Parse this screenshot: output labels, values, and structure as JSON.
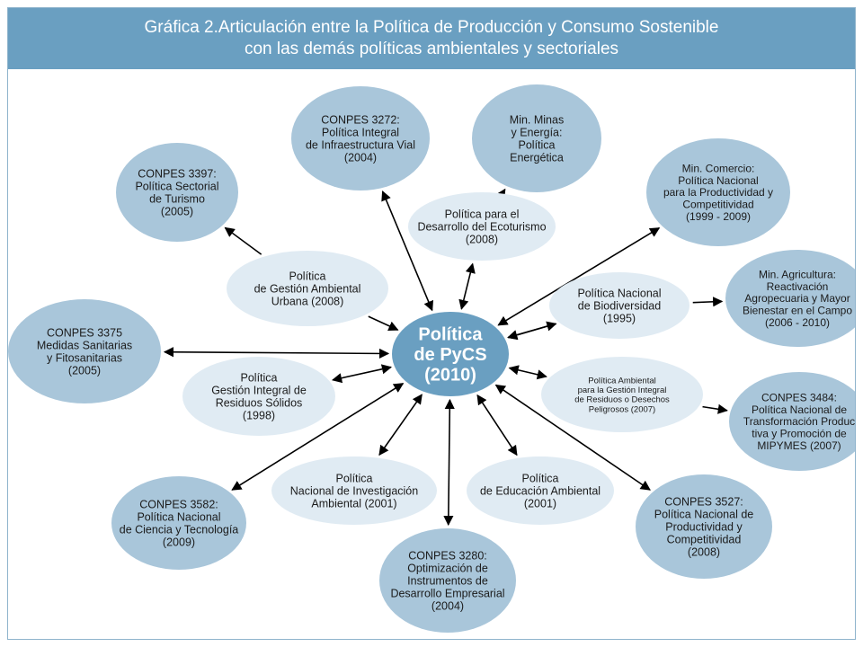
{
  "title": "Gráfica 2.Articulación entre la Política de Producción y Consumo Sostenible\ncon las demás políticas ambientales y sectoriales",
  "colors": {
    "header": "#6a9fc1",
    "dark_node": "#a9c6da",
    "light_node": "#e0ebf3",
    "center": "#6a9fc1",
    "arrow": "#000000"
  },
  "center": {
    "lines": [
      "Política",
      "de PyCS",
      "(2010)"
    ]
  },
  "nodes": {
    "conpes_3272": [
      "CONPES 3272:",
      "Política Integral",
      "de Infraestructura Vial",
      "(2004)"
    ],
    "min_minas": [
      "Min. Minas",
      "y Energía:",
      "Política",
      "Energética"
    ],
    "conpes_3397": [
      "CONPES 3397:",
      "Política Sectorial",
      "de Turismo",
      "(2005)"
    ],
    "min_comercio": [
      "Min. Comercio:",
      "Política Nacional",
      "para la Productividad y",
      "Competitividad",
      "(1999 - 2009)"
    ],
    "ecoturismo": [
      "Política para el",
      "Desarrollo del Ecoturismo",
      "(2008)"
    ],
    "gestion_urbana": [
      "Política",
      "de Gestión Ambiental",
      "Urbana (2008)"
    ],
    "min_agricultura": [
      "Min. Agricultura:",
      "Reactivación",
      "Agropecuaria y Mayor",
      "Bienestar en el Campo",
      "(2006 - 2010)"
    ],
    "biodiversidad": [
      "Política  Nacional",
      "de Biodiversidad",
      "(1995)"
    ],
    "conpes_3375": [
      "CONPES 3375",
      "Medidas Sanitarias",
      "y Fitosanitarias",
      "(2005)"
    ],
    "residuos_solidos": [
      "Política",
      "Gestión Integral de",
      "Residuos Sólidos",
      "(1998)"
    ],
    "residuos_peligrosos": [
      "Política  Ambiental",
      "para la Gestión Integral",
      "de Residuos o Desechos",
      "Peligrosos (2007)"
    ],
    "conpes_3484": [
      "CONPES 3484:",
      "Política Nacional de",
      "Transformación Produc",
      "tiva y Promoción de",
      "MIPYMES (2007)"
    ],
    "investigacion": [
      "Política",
      "Nacional de Investigación",
      "Ambiental (2001)"
    ],
    "educacion": [
      "Política",
      "de Educación Ambiental",
      "(2001)"
    ],
    "conpes_3582": [
      "CONPES 3582:",
      "Política Nacional",
      "de Ciencia y Tecnología",
      "(2009)"
    ],
    "conpes_3527": [
      "CONPES 3527:",
      "Política Nacional de",
      "Productividad y",
      "Competitividad",
      "(2008)"
    ],
    "conpes_3280": [
      "CONPES 3280:",
      "Optimización de",
      "Instrumentos de",
      "Desarrollo Empresarial",
      "(2004)"
    ]
  }
}
